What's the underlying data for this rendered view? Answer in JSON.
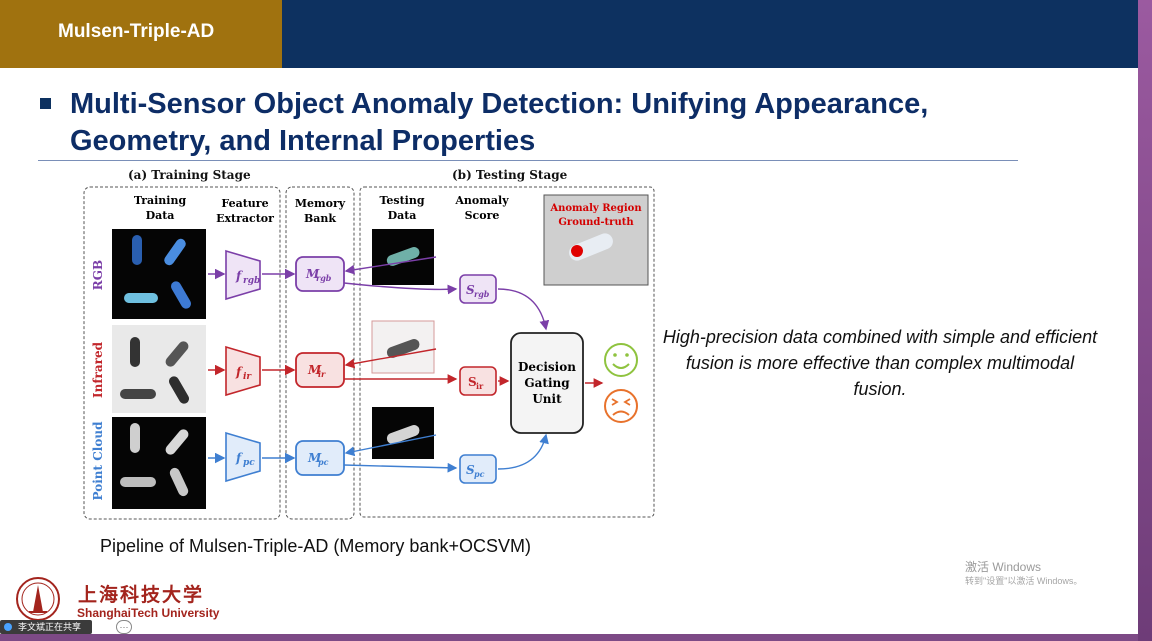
{
  "header": {
    "tag": "Mulsen-Triple-AD"
  },
  "slide": {
    "title": "Multi-Sensor Object Anomaly Detection: Unifying Appearance, Geometry, and Internal Properties",
    "caption": "Pipeline of Mulsen-Triple-AD (Memory bank+OCSVM)",
    "note": "High-precision data combined with simple and efficient fusion is more effective than complex multimodal fusion."
  },
  "figure": {
    "training_stage": "(a) Training Stage",
    "testing_stage": "(b) Testing Stage",
    "training_data": "Training Data",
    "feature_extractor": "Feature Extractor",
    "memory_bank": "Memory Bank",
    "testing_data": "Testing Data",
    "anomaly_score": "Anomaly Score",
    "anomaly_region": "Anomaly Region",
    "ground_truth": "Ground-truth",
    "row_rgb": "RGB",
    "row_infrared": "Infrared",
    "row_pointcloud": "Point Cloud",
    "f_rgb": "f",
    "f_rgb_sub": "rgb",
    "f_ir": "f",
    "f_ir_sub": "ir",
    "f_pc": "f",
    "f_pc_sub": "pc",
    "m_rgb": "M",
    "m_rgb_sub": "rgb",
    "m_ir": "M",
    "m_ir_sub": "ir",
    "m_pc": "M",
    "m_pc_sub": "pc",
    "s_rgb": "S",
    "s_rgb_sub": "rgb",
    "s_ir": "S",
    "s_ir_sub": "ir",
    "s_pc": "S",
    "s_pc_sub": "pc",
    "decision_line1": "Decision",
    "decision_line2": "Gating",
    "decision_line3": "Unit",
    "colors": {
      "rgb": "#7b3fa8",
      "infrared": "#c2262b",
      "pointcloud": "#3f7fd1",
      "happy": "#8fc33f",
      "sad": "#e8722c"
    }
  },
  "watermark": {
    "line1": "激活 Windows",
    "line2": "转到\"设置\"以激活 Windows。"
  },
  "university": {
    "name_cn": "上海科技大学",
    "name_en": "ShanghaiTech University"
  },
  "share_bar": {
    "label": "李文斌正在共享",
    "more": "···"
  }
}
